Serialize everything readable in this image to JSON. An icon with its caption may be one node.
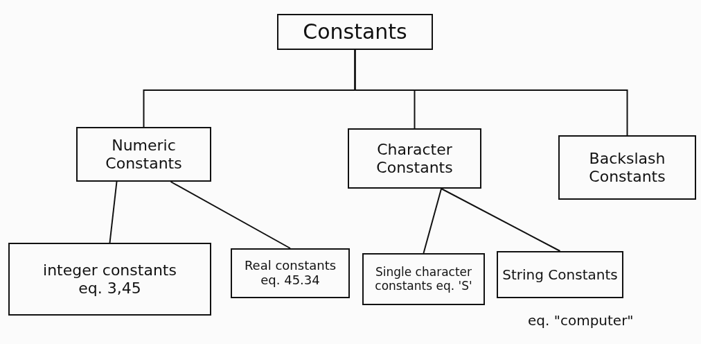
{
  "diagram": {
    "nodes": [
      {
        "text": [
          "Constants"
        ]
      },
      {
        "text": [
          "Numeric Constants"
        ]
      },
      {
        "text": [
          "Character Constants"
        ]
      },
      {
        "text": [
          "Backslash Constants"
        ]
      },
      {
        "text": [
          "integer constants",
          "eq. 3,45"
        ]
      },
      {
        "text": [
          "Real constants",
          "eq. 45.34"
        ]
      },
      {
        "text": [
          "Single character constants eq. 'S'"
        ]
      },
      {
        "text": [
          "String Constants"
        ],
        "beside": [
          "eq. \"computer\""
        ]
      }
    ],
    "edges": [
      {
        "from": 0,
        "to": 1,
        "arrow": "none"
      },
      {
        "from": 0,
        "to": 2,
        "arrow": "none"
      },
      {
        "from": 0,
        "to": 3,
        "arrow": "none"
      },
      {
        "from": 1,
        "to": 4,
        "arrow": "none"
      },
      {
        "from": 1,
        "to": 5,
        "arrow": "none"
      },
      {
        "from": 2,
        "to": 6,
        "arrow": "none"
      },
      {
        "from": 2,
        "to": 7,
        "arrow": "none"
      }
    ]
  }
}
